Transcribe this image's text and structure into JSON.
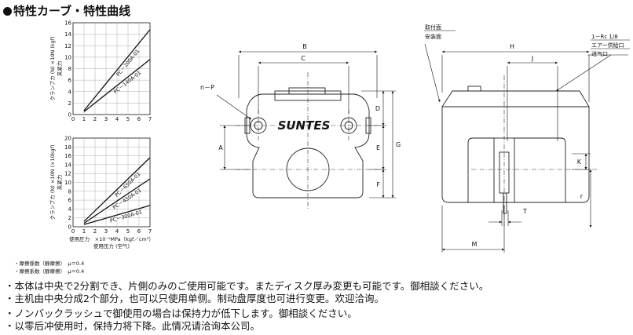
{
  "heading": "特性カーブ・特性曲线",
  "charts": [
    {
      "type": "line",
      "ylim": [
        0,
        16
      ],
      "xlim": [
        0,
        7
      ],
      "yticks": [
        "0",
        "2",
        "4",
        "6",
        "8",
        "10",
        "12",
        "14",
        "16"
      ],
      "xticks": [
        "0",
        "1",
        "2",
        "3",
        "4",
        "5",
        "6",
        "7"
      ],
      "ylabel": "クランプカ (N) ×10N (kgf)",
      "ylabel_cn": "夹紧力",
      "series": [
        {
          "name": "PC－200A-01",
          "x": [
            1,
            7
          ],
          "y": [
            0.7,
            14.8
          ]
        },
        {
          "name": "PC－140A-01",
          "x": [
            1,
            7
          ],
          "y": [
            0.5,
            9.6
          ]
        }
      ]
    },
    {
      "type": "line",
      "ylim": [
        0,
        20
      ],
      "xlim": [
        0,
        7
      ],
      "yticks": [
        "0",
        "2",
        "4",
        "6",
        "8",
        "10",
        "12",
        "14",
        "16",
        "18",
        "20"
      ],
      "xticks": [
        "0",
        "1",
        "2",
        "3",
        "4",
        "5",
        "6",
        "7"
      ],
      "ylabel": "クランプカ (N) ×10N (×10kgf)",
      "ylabel_cn": "夹紧力",
      "xlabel": "使用圧力　×10⁻¹MPa（kgf／cm²）",
      "xlabel_cn": "使用压力 (空气)",
      "series": [
        {
          "name": "PC－650A-01",
          "x": [
            1,
            7
          ],
          "y": [
            1.2,
            15.6
          ]
        },
        {
          "name": "PC－450A-01",
          "x": [
            1,
            7
          ],
          "y": [
            0.8,
            10.8
          ]
        },
        {
          "name": "PC－300A-01",
          "x": [
            1,
            7
          ],
          "y": [
            0.5,
            4.8
          ]
        }
      ]
    }
  ],
  "friction": [
    "・摩擦係数（静摩擦）　μ＝0.4",
    "・摩擦系数（静摩擦）　μ＝0.4"
  ],
  "drawing": {
    "brand": "SUNTES",
    "np_label": "n－P",
    "dims_front": [
      "B",
      "C",
      "A",
      "D",
      "E",
      "G",
      "F"
    ],
    "dims_side": [
      "H",
      "J",
      "K",
      "r",
      "T",
      "M"
    ],
    "mount_label_1": "取付面",
    "mount_label_2": "安装面",
    "port_label_1": "1－Rc 1/8",
    "port_label_2": "エアー供給口",
    "port_label_3": "进气口"
  },
  "notes": [
    "・本体は中央で2分割でき、片側のみのご使用可能です。またディスク厚み変更も可能です。御相談ください。",
    "・主机由中央分成2个部分，也可以只使用单侧。制动盘厚度也可进行变更。欢迎洽询。",
    "・ノンバックラッシュで御使用の場合は保持力が低下します。御相談ください。",
    "・以零后冲使用时，保持力将下降。此情况请洽询本公司。"
  ]
}
